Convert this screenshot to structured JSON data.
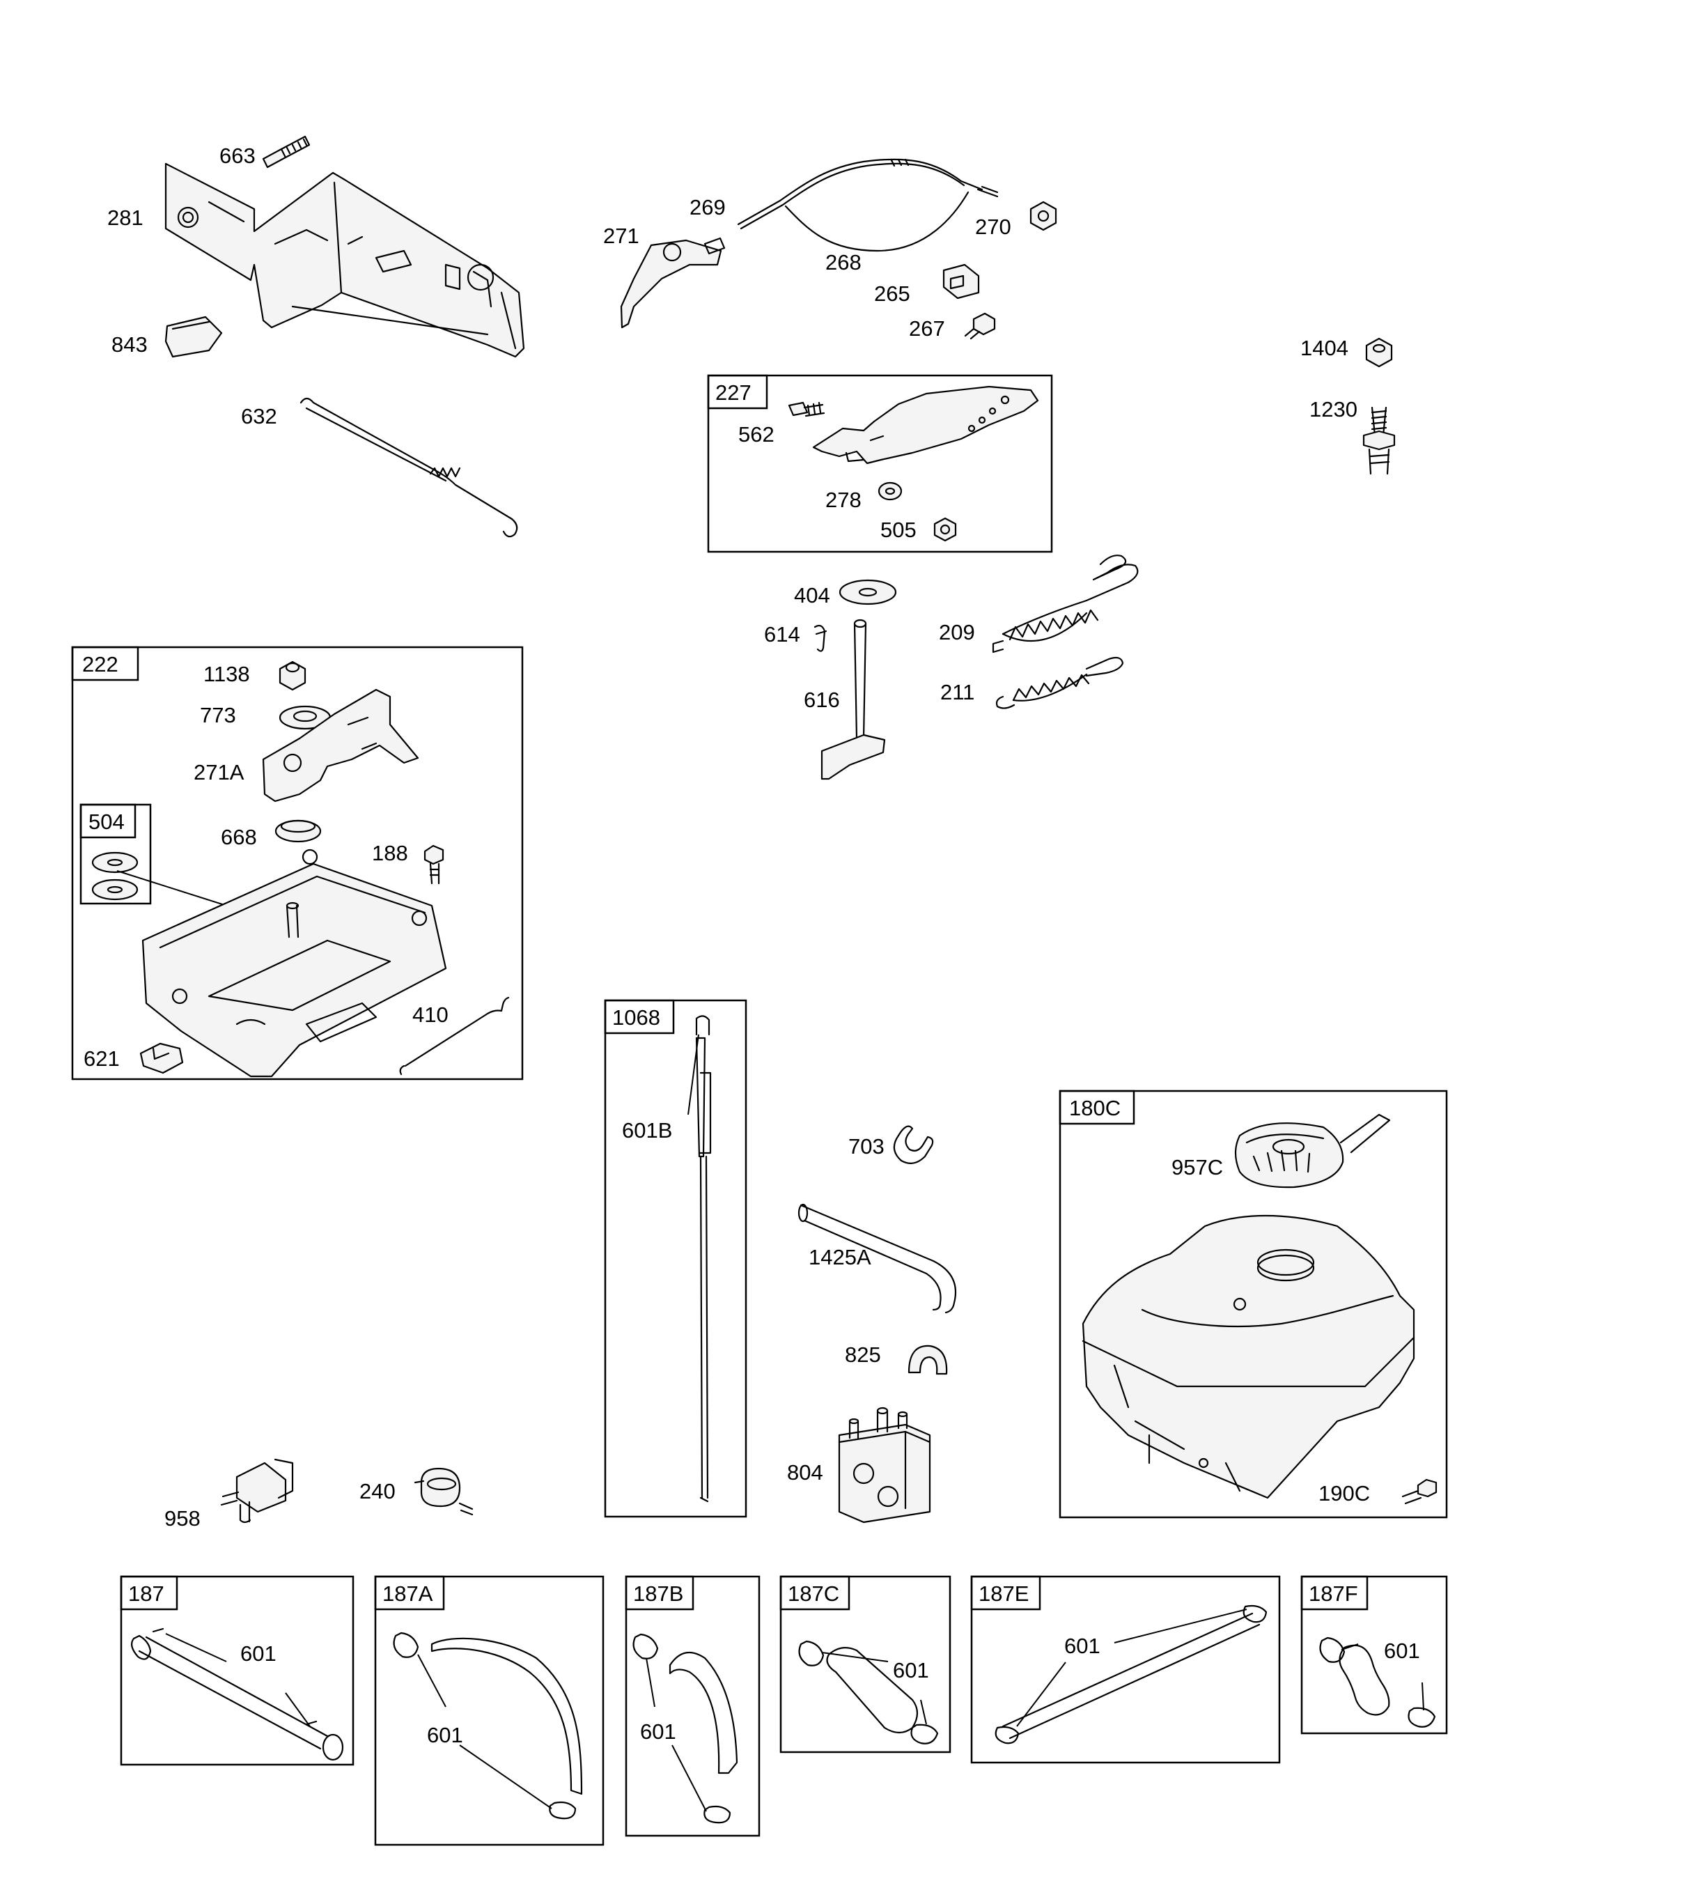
{
  "callouts": [
    {
      "id": "c663",
      "text": "663"
    },
    {
      "id": "c281",
      "text": "281"
    },
    {
      "id": "c843",
      "text": "843"
    },
    {
      "id": "c632",
      "text": "632"
    },
    {
      "id": "c269",
      "text": "269"
    },
    {
      "id": "c271",
      "text": "271"
    },
    {
      "id": "c270",
      "text": "270"
    },
    {
      "id": "c268",
      "text": "268"
    },
    {
      "id": "c265",
      "text": "265"
    },
    {
      "id": "c267",
      "text": "267"
    },
    {
      "id": "c1404",
      "text": "1404"
    },
    {
      "id": "c1230",
      "text": "1230"
    },
    {
      "id": "c562",
      "text": "562"
    },
    {
      "id": "c278",
      "text": "278"
    },
    {
      "id": "c505",
      "text": "505"
    },
    {
      "id": "c404",
      "text": "404"
    },
    {
      "id": "c614",
      "text": "614"
    },
    {
      "id": "c616",
      "text": "616"
    },
    {
      "id": "c209",
      "text": "209"
    },
    {
      "id": "c211",
      "text": "211"
    },
    {
      "id": "c1138",
      "text": "1138"
    },
    {
      "id": "c773",
      "text": "773"
    },
    {
      "id": "c271A",
      "text": "271A"
    },
    {
      "id": "c668",
      "text": "668"
    },
    {
      "id": "c188",
      "text": "188"
    },
    {
      "id": "c410",
      "text": "410"
    },
    {
      "id": "c621",
      "text": "621"
    },
    {
      "id": "c601B",
      "text": "601B"
    },
    {
      "id": "c703",
      "text": "703"
    },
    {
      "id": "c1425A",
      "text": "1425A"
    },
    {
      "id": "c825",
      "text": "825"
    },
    {
      "id": "c804",
      "text": "804"
    },
    {
      "id": "c957C",
      "text": "957C"
    },
    {
      "id": "c190C",
      "text": "190C"
    },
    {
      "id": "c958",
      "text": "958"
    },
    {
      "id": "c240",
      "text": "240"
    },
    {
      "id": "c601_187",
      "text": "601"
    },
    {
      "id": "c601_187A",
      "text": "601"
    },
    {
      "id": "c601_187B",
      "text": "601"
    },
    {
      "id": "c601_187C",
      "text": "601"
    },
    {
      "id": "c601_187E",
      "text": "601"
    },
    {
      "id": "c601_187F",
      "text": "601"
    }
  ],
  "groups": [
    {
      "id": "g227",
      "label": "227"
    },
    {
      "id": "g222",
      "label": "222"
    },
    {
      "id": "g504",
      "label": "504"
    },
    {
      "id": "g1068",
      "label": "1068"
    },
    {
      "id": "g180C",
      "label": "180C"
    },
    {
      "id": "g187",
      "label": "187"
    },
    {
      "id": "g187A",
      "label": "187A"
    },
    {
      "id": "g187B",
      "label": "187B"
    },
    {
      "id": "g187C",
      "label": "187C"
    },
    {
      "id": "g187E",
      "label": "187E"
    },
    {
      "id": "g187F",
      "label": "187F"
    }
  ]
}
